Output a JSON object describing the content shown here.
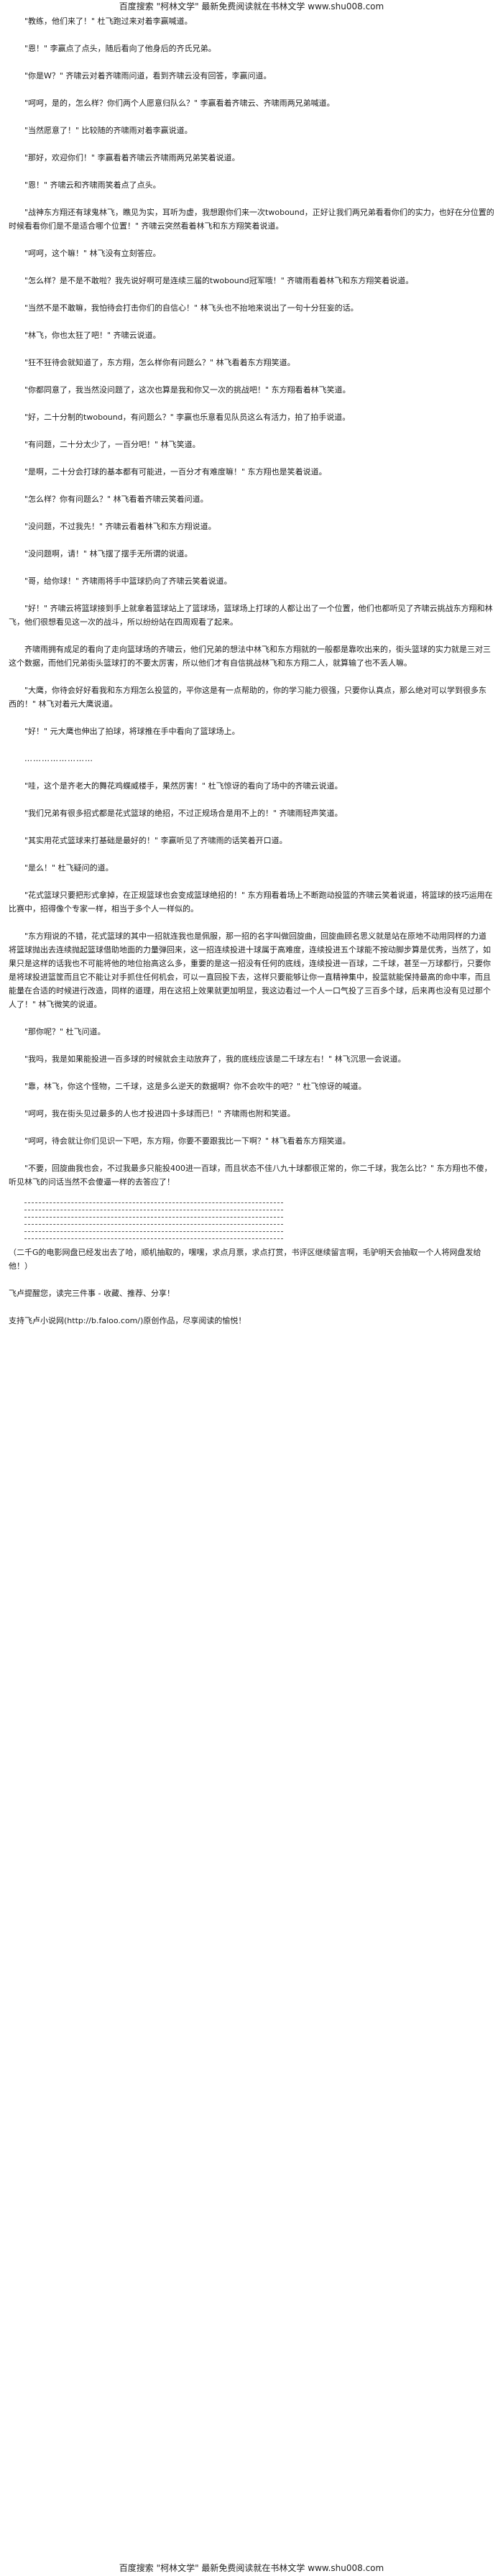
{
  "site_banner": "百度搜索 \"柯林文学\" 最新免费阅读就在书林文学 www.shu008.com",
  "paragraphs": [
    "\"教练，他们来了！\" 杜飞跑过来对着李赢喊道。",
    "\"恩！\" 李赢点了点头，随后看向了他身后的齐氏兄弟。",
    "\"你是W？\" 齐啸云对着齐啸雨问道，看到齐啸云没有回答，李赢问道。",
    "\"呵呵，是的，怎么样？你们两个人愿意归队么？\" 李赢看着齐啸云、齐啸雨两兄弟喊道。",
    "\"当然愿意了！\" 比较随的齐啸雨对着李赢说道。",
    "\"那好，欢迎你们！\" 李赢看着齐啸云齐啸雨两兄弟笑着说道。",
    "\"恩！\" 齐啸云和齐啸雨笑着点了点头。",
    "\"战神东方翔还有球鬼林飞，瞧见为实，耳听为虚，我想跟你们来一次twobound，正好让我们两兄弟看看你们的实力，也好在分位置的时候看看你们是不是适合哪个位置！\" 齐啸云突然看着林飞和东方翔笑着说道。",
    "\"呵呵，这个嘛！\" 林飞没有立刻答应。",
    "\"怎么样？是不是不敢啦？我先说好啊可是连续三届的twobound冠军哦！\" 齐啸雨看着林飞和东方翔笑着说道。",
    "\"当然不是不敢嘛，我怕待会打击你们的自信心！\" 林飞头也不抬地来说出了一句十分狂妄的话。",
    "\"林飞，你也太狂了吧！\" 齐啸云说道。",
    "\"狂不狂待会就知道了，东方翔，怎么样你有问题么？\" 林飞看着东方翔笑道。",
    "\"你都同意了，我当然没问题了，这次也算是我和你又一次的挑战吧！\" 东方翔看着林飞笑道。",
    "\"好，二十分制的twobound，有问题么？\" 李赢也乐意看见队员这么有活力，拍了拍手说道。",
    "\"有问题，二十分太少了，一百分吧！\" 林飞笑道。",
    "\"是啊，二十分会打球的基本都有可能进，一百分才有难度嘛！\" 东方翔也是笑着说道。",
    "\"怎么样？你有问题么？\" 林飞看着齐啸云笑着问道。",
    "\"没问题，不过我先！\" 齐啸云看着林飞和东方翔说道。",
    "\"没问题啊，请！\" 林飞摆了摆手无所谓的说道。",
    "\"哥，给你球！\" 齐啸雨将手中篮球扔向了齐啸云笑着说道。",
    "\"好！\" 齐啸云将篮球接到手上就拿着篮球站上了篮球场，篮球场上打球的人都让出了一个位置，他们也都听见了齐啸云挑战东方翔和林飞，他们很想看见这一次的战斗，所以纷纷站在四周观看了起来。",
    "齐啸雨拥有成足的看向了走向篮球场的齐啸云，他们兄弟的想法中林飞和东方翔就的一般都是靠吹出来的，街头篮球的实力就是三对三这个数据，而他们兄弟街头篮球打的不要太厉害，所以他们才有自信挑战林飞和东方翔二人，就算输了也不丢人嘛。",
    "\"大鹰，你待会好好看我和东方翔怎么投篮的，平你这是有一点帮助的，你的学习能力很强，只要你认真点，那么绝对可以学到很多东西的！\" 林飞对着元大鹰说道。",
    "\"好！\" 元大鹰也伸出了拍球，将球推在手中看向了篮球场上。"
  ],
  "separator_dots": "……………………",
  "paragraphs_2": [
    "\"哇，这个是齐老大的舞花鸡蝶威楼手，果然厉害！\" 杜飞惊讶的看向了场中的齐啸云说道。",
    "\"我们兄弟有很多招式都是花式篮球的绝招，不过正规场合是用不上的！\" 齐啸雨轻声笑道。",
    "\"其实用花式篮球来打基础是最好的！\" 李赢听见了齐啸雨的话笑着开口道。",
    "\"是么！\" 杜飞疑问的道。",
    "\"花式篮球只要把形式拿掉，在正规篮球也会变成篮球绝招的！\" 东方翔看着场上不断跑动投篮的齐啸云笑着说道，将篮球的技巧运用在比赛中，招得像个专家一样，相当于多个人一样似的。",
    "\"东方翔说的不错，花式篮球的其中一招就连我也是佩服，那一招的名字叫做回旋曲，回旋曲顾名思义就是站在原地不动用同样的力道将篮球抛出去连续抛起篮球借助地面的力量弹回来，这一招连续投进十球属于高难度，连续投进五个球能不按动脚步算是优秀，当然了，如果只是这样的话我也不可能将他的地位抬高这么多，重要的是这一招没有任何的底线，连续投进一百球，二千球，甚至一万球都行，只要你是将球投进篮筐而且它不能让对手抓住任何机会，可以一直回投下去，这样只要能够让你一直精神集中，投篮就能保持最高的命中率，而且能量在合适的时候进行改造，同样的道理，用在这招上效果就更加明显，我这边看过一个人一口气投了三百多个球，后来再也没有见过那个人了！\" 林飞微笑的说道。",
    "\"那你呢？\" 杜飞问道。",
    "\"我吗，我是如果能投进一百多球的时候就会主动放弃了，我的底线应该是二千球左右！\" 林飞沉思一会说道。",
    "\"靠，林飞，你这个怪物，二千球，这是多么逆天的数据啊？你不会吹牛的吧？\" 杜飞惊讶的喊道。",
    "\"呵呵，我在街头见过最多的人也才投进四十多球而已！\" 齐啸雨也附和笑道。",
    "\"呵呵，待会就让你们见识一下吧，东方翔，你要不要跟我比一下啊？\" 林飞看着东方翔笑道。",
    "\"不要，回旋曲我也会，不过我最多只能投400进一百球，而且状态不佳八九十球都很正常的，你二千球，我怎么比？\" 东方翔也不傻，听见林飞的问话当然不会傻逼一样的去答应了！"
  ],
  "author_note": "（二千G的电影网盘已经发出去了哈，顺机抽取的，嘿嘿，求点月票，求点打赏，书评区继续留言啊，毛驴明天会抽取一个人将网盘发给他！）",
  "request_line": "飞卢提醒您，读完三件事 - 收藏、推荐、分享！",
  "support_line": "支持飞卢小说网(http://b.faloo.com/)原创作品，尽享阅读的愉悦！"
}
